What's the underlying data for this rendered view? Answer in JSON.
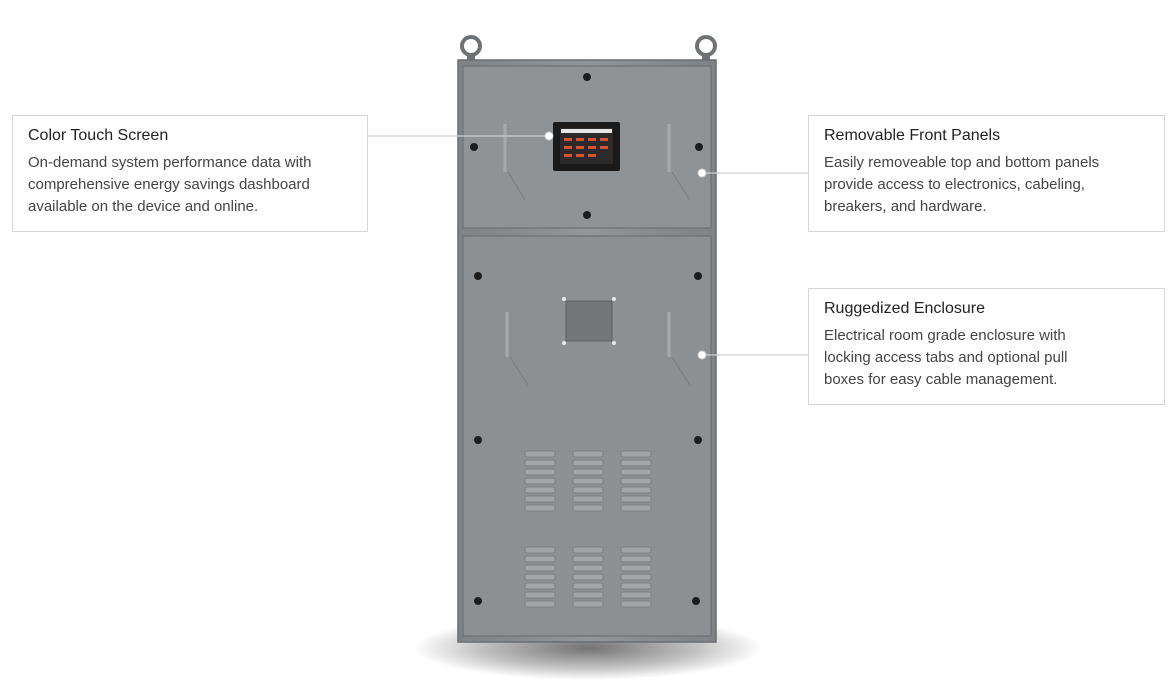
{
  "callouts": {
    "touch_screen": {
      "title": "Color Touch Screen",
      "body": "On-demand system performance data with\ncomprehensive energy savings dashboard\navailable on the device and online."
    },
    "front_panels": {
      "title": "Removable Front Panels",
      "body": "Easily removeable top and bottom panels\nprovide access to electronics, cabeling,\nbreakers, and hardware."
    },
    "enclosure": {
      "title": "Ruggedized Enclosure",
      "body": "Electrical room grade enclosure with\nlocking access tabs and optional pull\nboxes for easy cable management."
    }
  },
  "icons": [
    "lifting-eye-icon",
    "touch-screen-icon",
    "vent-grille-icon",
    "bolt-icon"
  ],
  "colors": {
    "cabinet": "#8e9193",
    "cabinet_shade": "#7d8083",
    "screen": "#1a1a1a",
    "leader_line": "#cfcfcf"
  }
}
